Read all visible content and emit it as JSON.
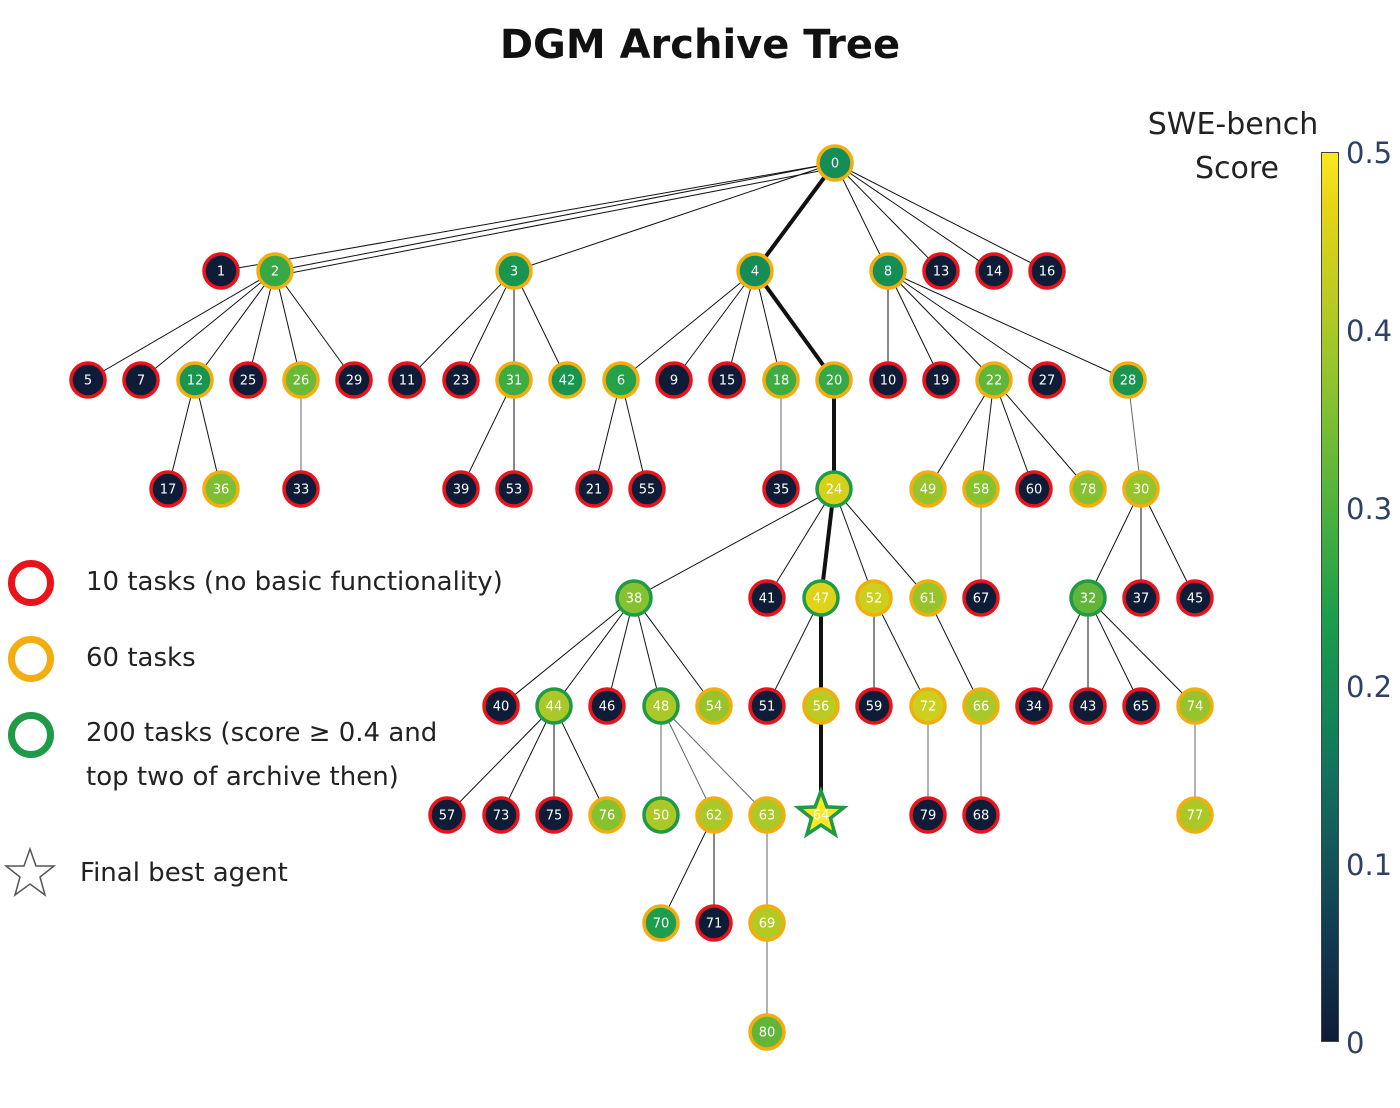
{
  "title": "DGM Archive Tree",
  "colors": {
    "ring_red": "#e8131b",
    "ring_orange": "#f2ad0f",
    "ring_green": "#1f9a47",
    "edge": "#111111"
  },
  "legend": {
    "items": [
      {
        "ring": "red",
        "text": "10 tasks (no basic functionality)"
      },
      {
        "ring": "orange",
        "text": "60 tasks"
      },
      {
        "ring": "green",
        "text": "200 tasks (score ≥ 0.4 and",
        "text2": "top two of archive then)"
      },
      {
        "ring": "star",
        "text": "Final best agent"
      }
    ]
  },
  "colorbar": {
    "title_line1": "SWE-bench",
    "title_line2": "Score",
    "ticks": [
      "0.5",
      "0.4",
      "0.3",
      "0.2",
      "0.1",
      "0"
    ],
    "range": [
      0,
      0.5
    ]
  },
  "tree": {
    "best_agent": "64",
    "nodes": [
      {
        "id": "0",
        "parent": null,
        "ring": "orange",
        "score": 0.2
      },
      {
        "id": "1",
        "parent": "0",
        "ring": "red",
        "score": 0.0
      },
      {
        "id": "2",
        "parent": "0",
        "ring": "orange",
        "score": 0.27
      },
      {
        "id": "3",
        "parent": "0",
        "ring": "orange",
        "score": 0.22
      },
      {
        "id": "4",
        "parent": "0",
        "ring": "orange",
        "score": 0.2
      },
      {
        "id": "8",
        "parent": "0",
        "ring": "orange",
        "score": 0.2
      },
      {
        "id": "13",
        "parent": "0",
        "ring": "red",
        "score": 0.0
      },
      {
        "id": "14",
        "parent": "0",
        "ring": "red",
        "score": 0.0
      },
      {
        "id": "16",
        "parent": "0",
        "ring": "red",
        "score": 0.0
      },
      {
        "id": "5",
        "parent": "2",
        "ring": "red",
        "score": 0.0
      },
      {
        "id": "7",
        "parent": "2",
        "ring": "red",
        "score": 0.0
      },
      {
        "id": "12",
        "parent": "2",
        "ring": "orange",
        "score": 0.22
      },
      {
        "id": "25",
        "parent": "2",
        "ring": "red",
        "score": 0.0
      },
      {
        "id": "26",
        "parent": "2",
        "ring": "orange",
        "score": 0.33
      },
      {
        "id": "29",
        "parent": "2",
        "ring": "red",
        "score": 0.0
      },
      {
        "id": "17",
        "parent": "12",
        "ring": "red",
        "score": 0.0
      },
      {
        "id": "36",
        "parent": "12",
        "ring": "orange",
        "score": 0.35
      },
      {
        "id": "33",
        "parent": "26",
        "ring": "red",
        "score": 0.0
      },
      {
        "id": "11",
        "parent": "3",
        "ring": "red",
        "score": 0.0
      },
      {
        "id": "23",
        "parent": "3",
        "ring": "red",
        "score": 0.0
      },
      {
        "id": "31",
        "parent": "3",
        "ring": "orange",
        "score": 0.28
      },
      {
        "id": "42",
        "parent": "3",
        "ring": "orange",
        "score": 0.22
      },
      {
        "id": "39",
        "parent": "31",
        "ring": "red",
        "score": 0.0
      },
      {
        "id": "53",
        "parent": "31",
        "ring": "red",
        "score": 0.0
      },
      {
        "id": "6",
        "parent": "4",
        "ring": "orange",
        "score": 0.25
      },
      {
        "id": "9",
        "parent": "4",
        "ring": "red",
        "score": 0.0
      },
      {
        "id": "15",
        "parent": "4",
        "ring": "red",
        "score": 0.0
      },
      {
        "id": "18",
        "parent": "4",
        "ring": "orange",
        "score": 0.28
      },
      {
        "id": "20",
        "parent": "4",
        "ring": "orange",
        "score": 0.27
      },
      {
        "id": "21",
        "parent": "6",
        "ring": "red",
        "score": 0.0
      },
      {
        "id": "55",
        "parent": "6",
        "ring": "red",
        "score": 0.0
      },
      {
        "id": "35",
        "parent": "18",
        "ring": "red",
        "score": 0.0
      },
      {
        "id": "24",
        "parent": "20",
        "ring": "green",
        "score": 0.45
      },
      {
        "id": "10",
        "parent": "8",
        "ring": "red",
        "score": 0.0
      },
      {
        "id": "19",
        "parent": "8",
        "ring": "red",
        "score": 0.0
      },
      {
        "id": "22",
        "parent": "8",
        "ring": "orange",
        "score": 0.32
      },
      {
        "id": "27",
        "parent": "8",
        "ring": "red",
        "score": 0.0
      },
      {
        "id": "28",
        "parent": "8",
        "ring": "orange",
        "score": 0.22
      },
      {
        "id": "49",
        "parent": "22",
        "ring": "orange",
        "score": 0.38
      },
      {
        "id": "58",
        "parent": "22",
        "ring": "orange",
        "score": 0.36
      },
      {
        "id": "60",
        "parent": "22",
        "ring": "red",
        "score": 0.0
      },
      {
        "id": "78",
        "parent": "22",
        "ring": "orange",
        "score": 0.36
      },
      {
        "id": "67",
        "parent": "58",
        "ring": "red",
        "score": 0.0
      },
      {
        "id": "30",
        "parent": "28",
        "ring": "orange",
        "score": 0.38
      },
      {
        "id": "32",
        "parent": "30",
        "ring": "green",
        "score": 0.32
      },
      {
        "id": "37",
        "parent": "30",
        "ring": "red",
        "score": 0.0
      },
      {
        "id": "45",
        "parent": "30",
        "ring": "red",
        "score": 0.0
      },
      {
        "id": "34",
        "parent": "32",
        "ring": "red",
        "score": 0.0
      },
      {
        "id": "43",
        "parent": "32",
        "ring": "red",
        "score": 0.0
      },
      {
        "id": "65",
        "parent": "32",
        "ring": "red",
        "score": 0.0
      },
      {
        "id": "74",
        "parent": "32",
        "ring": "orange",
        "score": 0.38
      },
      {
        "id": "77",
        "parent": "74",
        "ring": "orange",
        "score": 0.4
      },
      {
        "id": "38",
        "parent": "24",
        "ring": "green",
        "score": 0.36
      },
      {
        "id": "41",
        "parent": "24",
        "ring": "red",
        "score": 0.0
      },
      {
        "id": "47",
        "parent": "24",
        "ring": "green",
        "score": 0.46
      },
      {
        "id": "52",
        "parent": "24",
        "ring": "orange",
        "score": 0.44
      },
      {
        "id": "61",
        "parent": "24",
        "ring": "orange",
        "score": 0.38
      },
      {
        "id": "40",
        "parent": "38",
        "ring": "red",
        "score": 0.0
      },
      {
        "id": "44",
        "parent": "38",
        "ring": "green",
        "score": 0.4
      },
      {
        "id": "46",
        "parent": "38",
        "ring": "red",
        "score": 0.0
      },
      {
        "id": "48",
        "parent": "38",
        "ring": "green",
        "score": 0.4
      },
      {
        "id": "54",
        "parent": "38",
        "ring": "orange",
        "score": 0.38
      },
      {
        "id": "57",
        "parent": "44",
        "ring": "red",
        "score": 0.0
      },
      {
        "id": "73",
        "parent": "44",
        "ring": "red",
        "score": 0.0
      },
      {
        "id": "75",
        "parent": "44",
        "ring": "red",
        "score": 0.0
      },
      {
        "id": "76",
        "parent": "44",
        "ring": "orange",
        "score": 0.36
      },
      {
        "id": "50",
        "parent": "48",
        "ring": "green",
        "score": 0.4
      },
      {
        "id": "62",
        "parent": "48",
        "ring": "orange",
        "score": 0.4
      },
      {
        "id": "63",
        "parent": "48",
        "ring": "orange",
        "score": 0.4
      },
      {
        "id": "70",
        "parent": "62",
        "ring": "orange",
        "score": 0.24
      },
      {
        "id": "71",
        "parent": "62",
        "ring": "red",
        "score": 0.0
      },
      {
        "id": "69",
        "parent": "63",
        "ring": "orange",
        "score": 0.41
      },
      {
        "id": "80",
        "parent": "69",
        "ring": "orange",
        "score": 0.32
      },
      {
        "id": "51",
        "parent": "47",
        "ring": "red",
        "score": 0.0
      },
      {
        "id": "56",
        "parent": "47",
        "ring": "orange",
        "score": 0.42
      },
      {
        "id": "64",
        "parent": "56",
        "ring": "green",
        "score": 0.5
      },
      {
        "id": "59",
        "parent": "52",
        "ring": "red",
        "score": 0.0
      },
      {
        "id": "72",
        "parent": "52",
        "ring": "orange",
        "score": 0.44
      },
      {
        "id": "79",
        "parent": "72",
        "ring": "red",
        "score": 0.0
      },
      {
        "id": "66",
        "parent": "61",
        "ring": "orange",
        "score": 0.4
      },
      {
        "id": "68",
        "parent": "66",
        "ring": "red",
        "score": 0.0
      }
    ],
    "best_path": [
      "0",
      "4",
      "20",
      "24",
      "47",
      "56",
      "64"
    ]
  }
}
